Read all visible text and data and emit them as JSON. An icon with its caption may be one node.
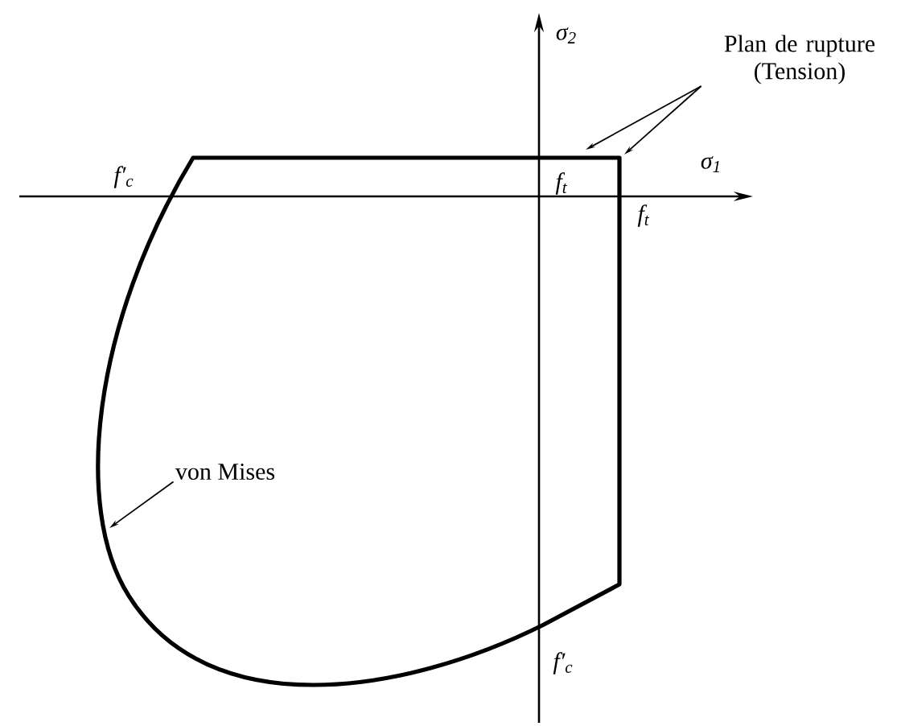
{
  "diagram": {
    "nodes": [
      {
        "text": [
          "Plan de rupture (Tension)"
        ]
      },
      {
        "text": [
          "von Mises"
        ]
      }
    ],
    "edges": [
      {
        "from": 0,
        "to": null,
        "arrow": "to"
      },
      {
        "from": 0,
        "to": null,
        "arrow": "to"
      },
      {
        "from": 1,
        "to": null,
        "arrow": "to"
      }
    ],
    "labels": [
      "σ$_{2}$",
      "σ$_{1}$",
      "f′$_{c}$",
      "f$_{t}$",
      "f$_{t}$",
      "f′$_{c}$"
    ]
  }
}
